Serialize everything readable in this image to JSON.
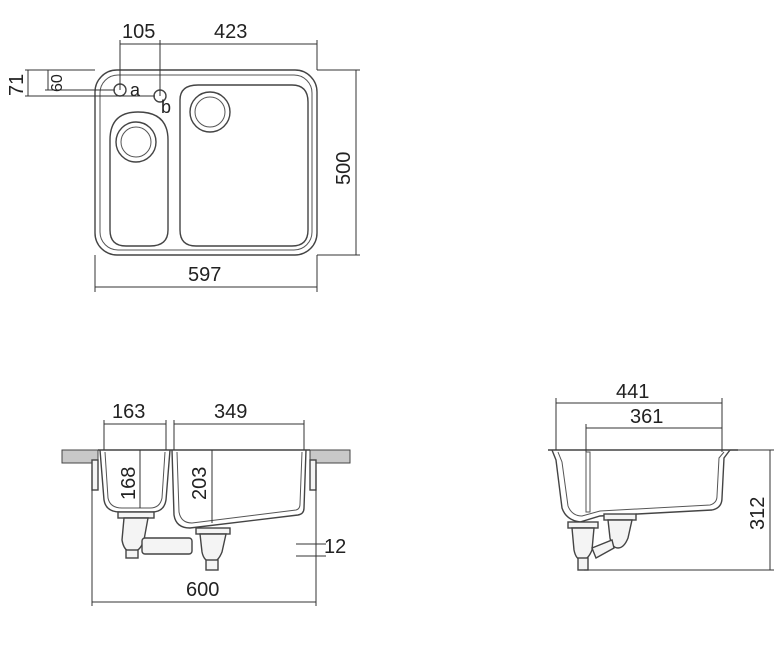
{
  "top_view": {
    "dims": {
      "offset_a": "105",
      "right_bowl_width": "423",
      "depth": "500",
      "width": "597",
      "hole_v_outer": "71",
      "hole_v_inner": "60"
    },
    "labels": {
      "hole_a": "a",
      "hole_b": "b"
    }
  },
  "front_section": {
    "dims": {
      "small_bowl_width": "163",
      "large_bowl_width": "349",
      "small_bowl_depth": "168",
      "large_bowl_depth": "203",
      "base_offset": "12",
      "overall_width": "600"
    }
  },
  "side_section": {
    "dims": {
      "outer_width": "441",
      "inner_width": "361",
      "height": "312"
    }
  }
}
